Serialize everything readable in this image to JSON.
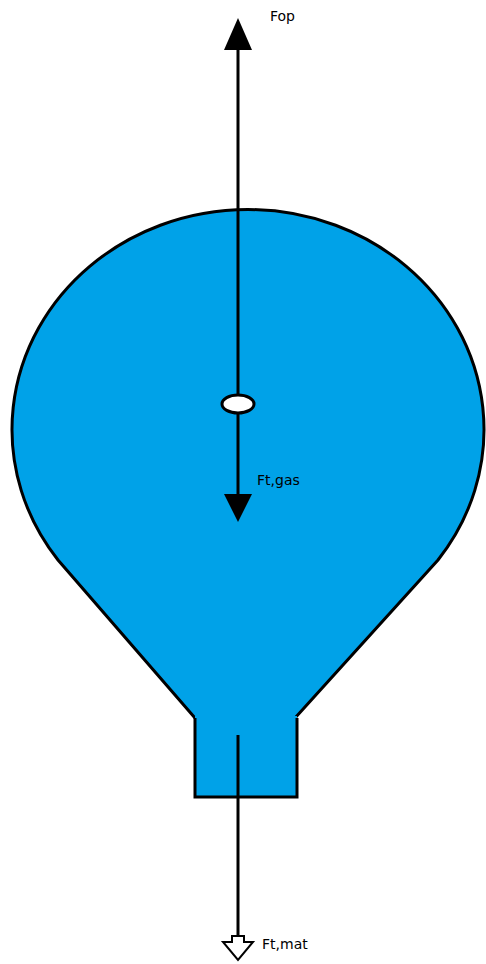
{
  "diagram": {
    "labels": [
      "Fop",
      "Ft,gas",
      "Ft,mat"
    ]
  }
}
